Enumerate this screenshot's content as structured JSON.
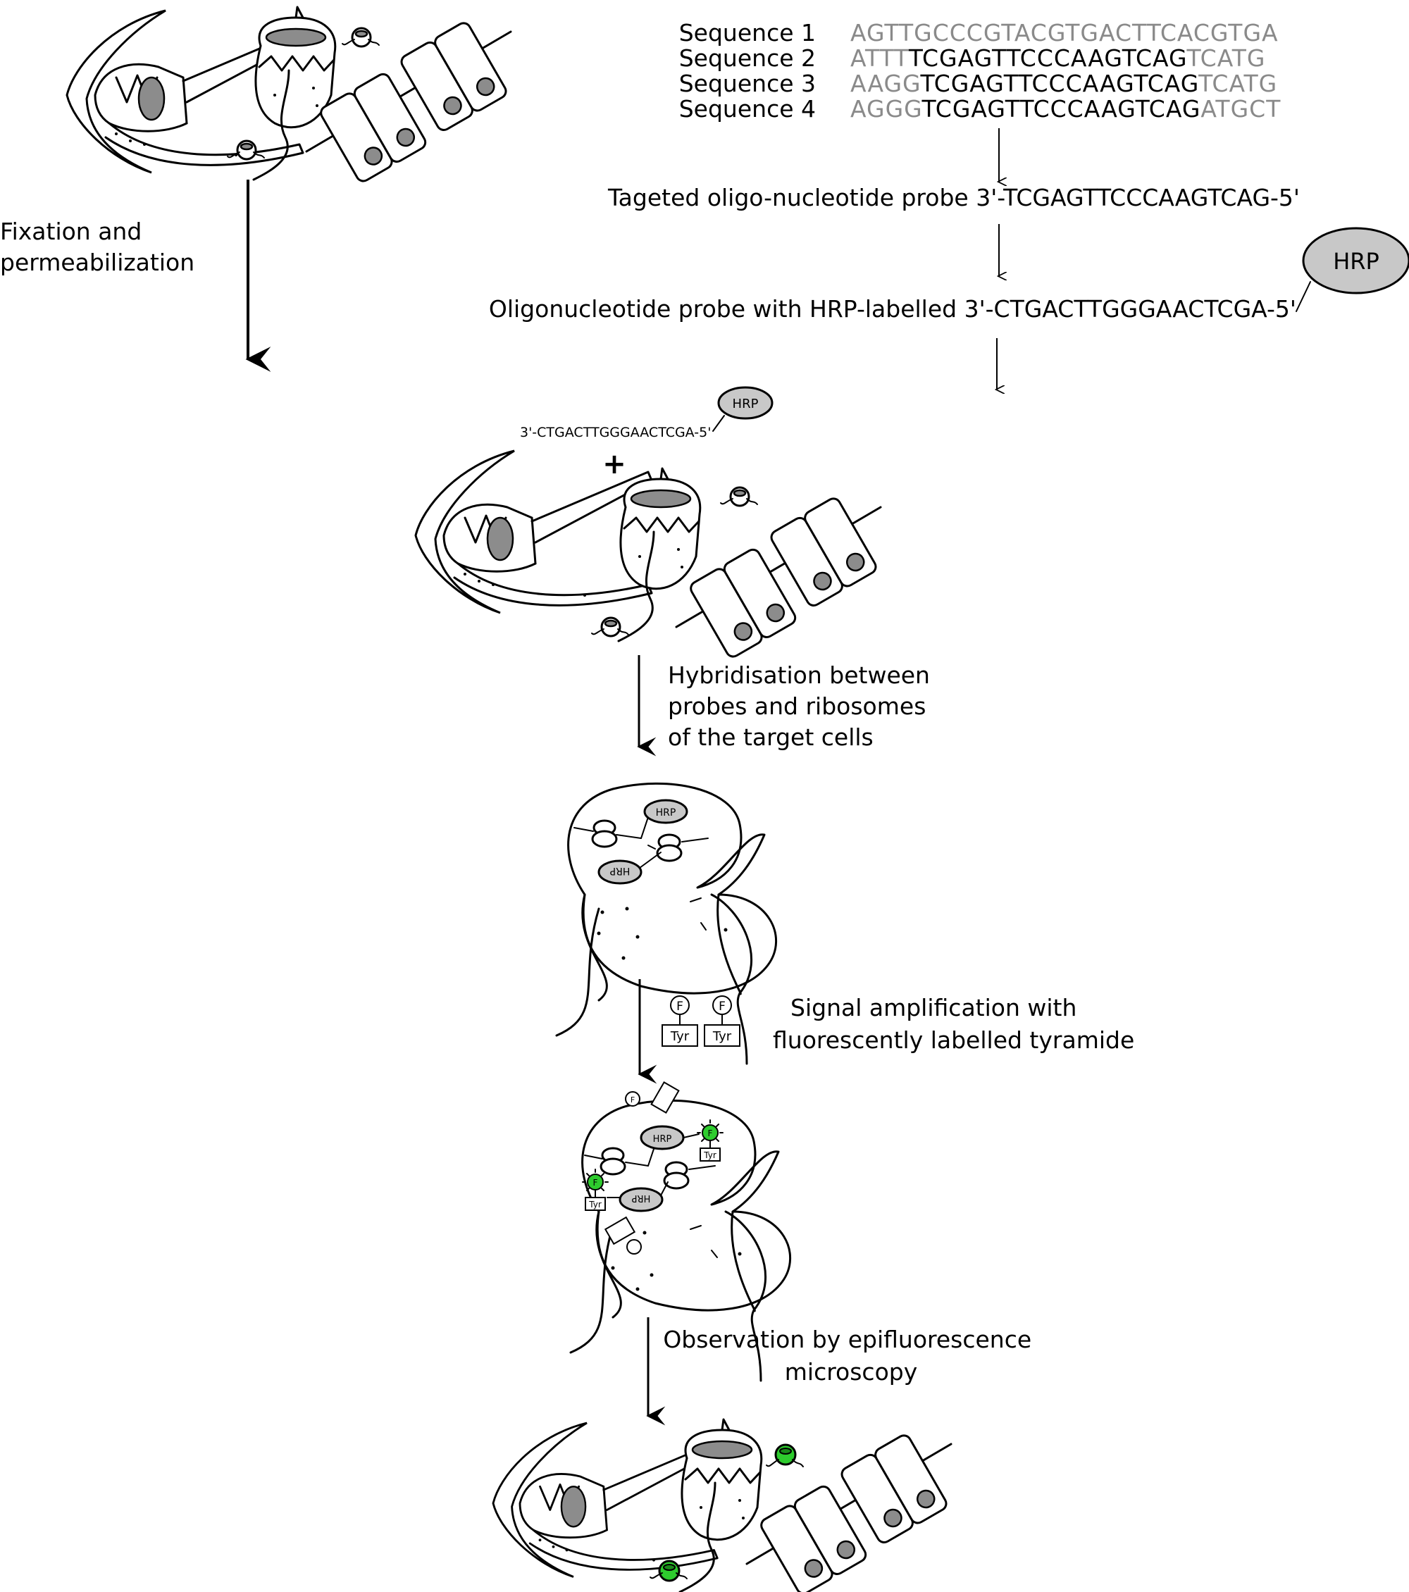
{
  "steps": {
    "fixation": [
      "Fixation and",
      "permeabilization"
    ],
    "hybridisation": [
      "Hybridisation between",
      "probes and ribosomes",
      "of the target cells"
    ],
    "amplification": [
      "Signal amplification with",
      "fluorescently labelled tyramide"
    ],
    "observation": [
      "Observation by epifluorescence",
      "microscopy"
    ]
  },
  "sequences": [
    {
      "label": "Sequence 1",
      "pre": "AGTTGCCCGTACGTGACTTCACGTGA",
      "core": "",
      "post": ""
    },
    {
      "label": "Sequence 2",
      "pre": "ATTT",
      "core": "TCGAGTTCCCAAGTCAG",
      "post": "TCATG"
    },
    {
      "label": "Sequence 3",
      "pre": "AAGG",
      "core": "TCGAGTTCCCAAGTCAG",
      "post": "TCATG"
    },
    {
      "label": "Sequence 4",
      "pre": "AGGG",
      "core": "TCGAGTTCCCAAGTCAG",
      "post": "ATGCT"
    }
  ],
  "probes": {
    "targeted": "Tageted oligo-nucleotide probe 3'-TCGAGTTCCCAAGTCAG-5'",
    "labelled": "Oligonucleotide probe with HRP-labelled 3'-CTGACTTGGGAACTCGA-5'",
    "small": "3'-CTGACTTGGGAACTCGA-5'",
    "plus": "+"
  },
  "labels": {
    "hrp": "HRP",
    "fluor": "F",
    "tyr": "Tyr"
  },
  "colors": {
    "grey_bases": "#8a8a8a",
    "fluor_green": "#2ecc2e",
    "hrp_fill": "#c8c8c8",
    "nucleus": "#8c8c8c"
  }
}
